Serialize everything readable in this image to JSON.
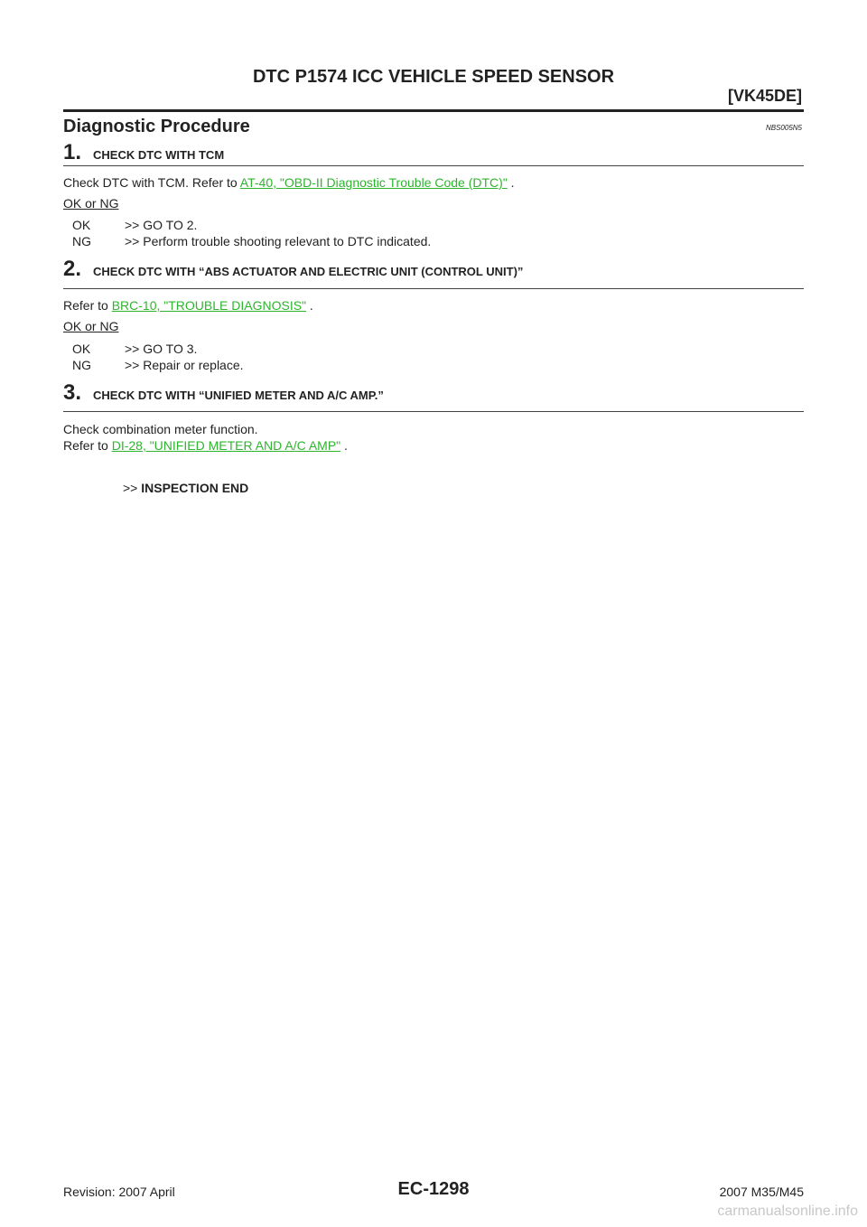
{
  "header": {
    "title": "DTC P1574 ICC VEHICLE SPEED SENSOR",
    "section": "[VK45DE]"
  },
  "main": {
    "heading": "Diagnostic Procedure",
    "ref_code": "NBS005N5",
    "steps": [
      {
        "num": "1.",
        "title": "CHECK DTC WITH TCM",
        "text_prefix": "Check DTC with TCM. Refer to ",
        "link": "AT-40, \"OBD-II Diagnostic Trouble Code (DTC)\"",
        "text_suffix": " .",
        "ok_ng": "OK or NG",
        "ok_key": "OK",
        "ok_text": ">> GO TO 2.",
        "ng_key": "NG",
        "ng_text": ">> Perform trouble shooting relevant to DTC indicated."
      },
      {
        "num": "2.",
        "title": "CHECK DTC WITH “ABS ACTUATOR AND ELECTRIC UNIT (CONTROL UNIT)”",
        "text_prefix": "Refer to ",
        "link": "BRC-10, \"TROUBLE DIAGNOSIS\"",
        "text_suffix": " .",
        "ok_ng": "OK or NG",
        "ok_key": "OK",
        "ok_text": ">> GO TO 3.",
        "ng_key": "NG",
        "ng_text": ">> Repair or replace."
      },
      {
        "num": "3.",
        "title": "CHECK DTC WITH “UNIFIED METER AND A/C AMP.”",
        "text_line1": "Check combination meter function.",
        "text_prefix": "Refer to ",
        "link": "DI-28, \"UNIFIED METER AND A/C AMP\"",
        "text_suffix": " .",
        "end_arrow": ">> ",
        "end_text": "INSPECTION END"
      }
    ]
  },
  "footer": {
    "revision": "Revision: 2007 April",
    "page": "EC-1298",
    "model": "2007 M35/M45"
  },
  "watermark": "carmanualsonline.info",
  "colors": {
    "link": "#2db52d",
    "text": "#222222"
  }
}
